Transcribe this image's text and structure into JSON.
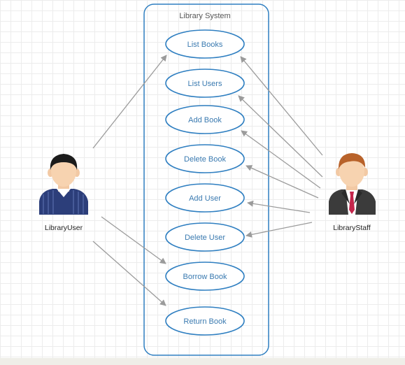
{
  "system": {
    "title": "Library System"
  },
  "use_cases": [
    {
      "id": "list-books",
      "label": "List Books"
    },
    {
      "id": "list-users",
      "label": "List Users"
    },
    {
      "id": "add-book",
      "label": "Add Book"
    },
    {
      "id": "delete-book",
      "label": "Delete Book"
    },
    {
      "id": "add-user",
      "label": "Add User"
    },
    {
      "id": "delete-user",
      "label": "Delete User"
    },
    {
      "id": "borrow-book",
      "label": "Borrow Book"
    },
    {
      "id": "return-book",
      "label": "Return Book"
    }
  ],
  "actors": {
    "user": {
      "label": "LibraryUser"
    },
    "staff": {
      "label": "LibraryStaff"
    }
  },
  "colors": {
    "system_border": "#2f7fc1",
    "use_case_border": "#2f7fc1",
    "use_case_text": "#3a7ab0",
    "arrow": "#9b9b9b"
  }
}
